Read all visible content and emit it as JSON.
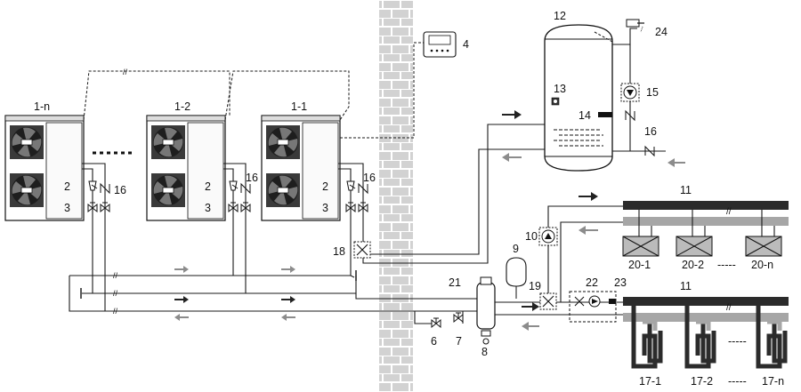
{
  "labels": {
    "u1n": "1-n",
    "u12": "1-2",
    "u11": "1-1",
    "l2a": "2",
    "l3a": "3",
    "l16a": "16",
    "l2b": "2",
    "l3b": "3",
    "l16b": "16",
    "l2c": "2",
    "l3c": "3",
    "l16c": "16",
    "l4": "4",
    "l12": "12",
    "l13": "13",
    "l14": "14",
    "l15": "15",
    "l16d": "16",
    "l24": "24",
    "l18": "18",
    "l9": "9",
    "l10": "10",
    "l11a": "11",
    "l11b": "11",
    "l19": "19",
    "l21": "21",
    "l22": "22",
    "l23": "23",
    "l6": "6",
    "l7": "7",
    "l8": "8",
    "f201": "20-1",
    "f202": "20-2",
    "f20n": "20-n",
    "f171": "17-1",
    "f172": "17-2",
    "f17n": "17-n",
    "dots_a": "-----",
    "dots_b": "-----",
    "dots_c": "-----"
  },
  "colors": {
    "supply_arrow": "#222222",
    "return_arrow": "#8c8c8c",
    "wall": "#d2d2d2",
    "pipe_band_dark": "#2b2b2b",
    "pipe_band_light": "#a6a6a6",
    "unit_body": "#ffffff",
    "fan": "#333333"
  },
  "icons": [
    "heat-pump-unit",
    "controller-icon",
    "hot-water-tank",
    "faucet-icon",
    "circulation-pump-icon",
    "check-valve-icon",
    "expansion-tank",
    "balance-tank",
    "fan-coil-unit",
    "floor-heating-loop"
  ]
}
